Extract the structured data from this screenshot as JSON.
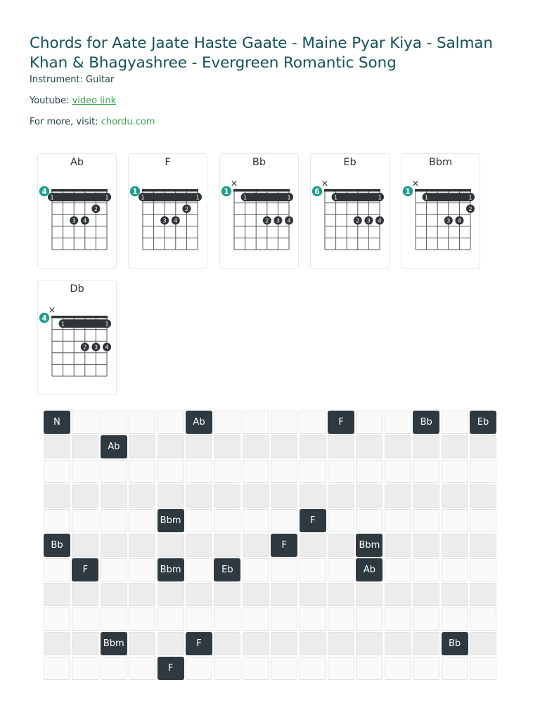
{
  "header": {
    "title": "Chords for Aate Jaate Haste Gaate - Maine Pyar Kiya - Salman Khan & Bhagyashree - Evergreen Romantic Song",
    "instrument_label": "Instrument: Guitar",
    "youtube_prefix": "Youtube: ",
    "youtube_link": "video link",
    "visit_prefix": "For more, visit: ",
    "visit_link": "chordu.com"
  },
  "colors": {
    "accent": "#14505a",
    "link": "#3aa556",
    "marker": "#1f9d8c",
    "chip": "#2f3a40"
  },
  "chord_diagrams": [
    {
      "name": "Ab",
      "fret": "4",
      "mute": [],
      "barre": "1",
      "dots": [
        {
          "s": 4,
          "f": 2,
          "t": "2"
        },
        {
          "s": 2,
          "f": 3,
          "t": "3"
        },
        {
          "s": 3,
          "f": 3,
          "t": "4"
        },
        {
          "s": 5,
          "f": 1,
          "t": "1"
        }
      ]
    },
    {
      "name": "F",
      "fret": "1",
      "mute": [],
      "barre": "1",
      "dots": [
        {
          "s": 4,
          "f": 2,
          "t": "2"
        },
        {
          "s": 2,
          "f": 3,
          "t": "3"
        },
        {
          "s": 3,
          "f": 3,
          "t": "4"
        }
      ]
    },
    {
      "name": "Bb",
      "fret": "1",
      "mute": [
        1
      ],
      "barre": "1",
      "dots": [
        {
          "s": 3,
          "f": 3,
          "t": "2"
        },
        {
          "s": 4,
          "f": 3,
          "t": "3"
        },
        {
          "s": 5,
          "f": 3,
          "t": "4"
        }
      ]
    },
    {
      "name": "Eb",
      "fret": "6",
      "mute": [
        1
      ],
      "barre": "1",
      "dots": [
        {
          "s": 3,
          "f": 3,
          "t": "2"
        },
        {
          "s": 4,
          "f": 3,
          "t": "3"
        },
        {
          "s": 5,
          "f": 3,
          "t": "4"
        }
      ]
    },
    {
      "name": "Bbm",
      "fret": "1",
      "mute": [
        1
      ],
      "barre": "1",
      "dots": [
        {
          "s": 5,
          "f": 2,
          "t": "2"
        },
        {
          "s": 3,
          "f": 3,
          "t": "3"
        },
        {
          "s": 4,
          "f": 3,
          "t": "4"
        }
      ]
    },
    {
      "name": "Db",
      "fret": "4",
      "mute": [
        1
      ],
      "barre": "1",
      "dots": [
        {
          "s": 3,
          "f": 3,
          "t": "2"
        },
        {
          "s": 4,
          "f": 3,
          "t": "3"
        },
        {
          "s": 5,
          "f": 3,
          "t": "4"
        }
      ]
    }
  ],
  "sheet": {
    "columns": 16,
    "row_shades": [
      "light",
      "dark",
      "light",
      "dark",
      "light",
      "dark",
      "light",
      "dark",
      "light",
      "dark",
      "light"
    ],
    "chips": [
      {
        "r": 0,
        "c": 0,
        "t": "N"
      },
      {
        "r": 0,
        "c": 5,
        "t": "Ab"
      },
      {
        "r": 0,
        "c": 10,
        "t": "F"
      },
      {
        "r": 0,
        "c": 13,
        "t": "Bb"
      },
      {
        "r": 0,
        "c": 15,
        "t": "Eb"
      },
      {
        "r": 1,
        "c": 2,
        "t": "Ab"
      },
      {
        "r": 4,
        "c": 4,
        "t": "Bbm"
      },
      {
        "r": 4,
        "c": 9,
        "t": "F"
      },
      {
        "r": 5,
        "c": 0,
        "t": "Bb"
      },
      {
        "r": 5,
        "c": 8,
        "t": "F"
      },
      {
        "r": 5,
        "c": 11,
        "t": "Bbm"
      },
      {
        "r": 6,
        "c": 1,
        "t": "F"
      },
      {
        "r": 6,
        "c": 4,
        "t": "Bbm"
      },
      {
        "r": 6,
        "c": 6,
        "t": "Eb"
      },
      {
        "r": 6,
        "c": 11,
        "t": "Ab"
      },
      {
        "r": 9,
        "c": 2,
        "t": "Bbm"
      },
      {
        "r": 9,
        "c": 5,
        "t": "F"
      },
      {
        "r": 9,
        "c": 14,
        "t": "Bb"
      },
      {
        "r": 10,
        "c": 4,
        "t": "F"
      }
    ]
  }
}
